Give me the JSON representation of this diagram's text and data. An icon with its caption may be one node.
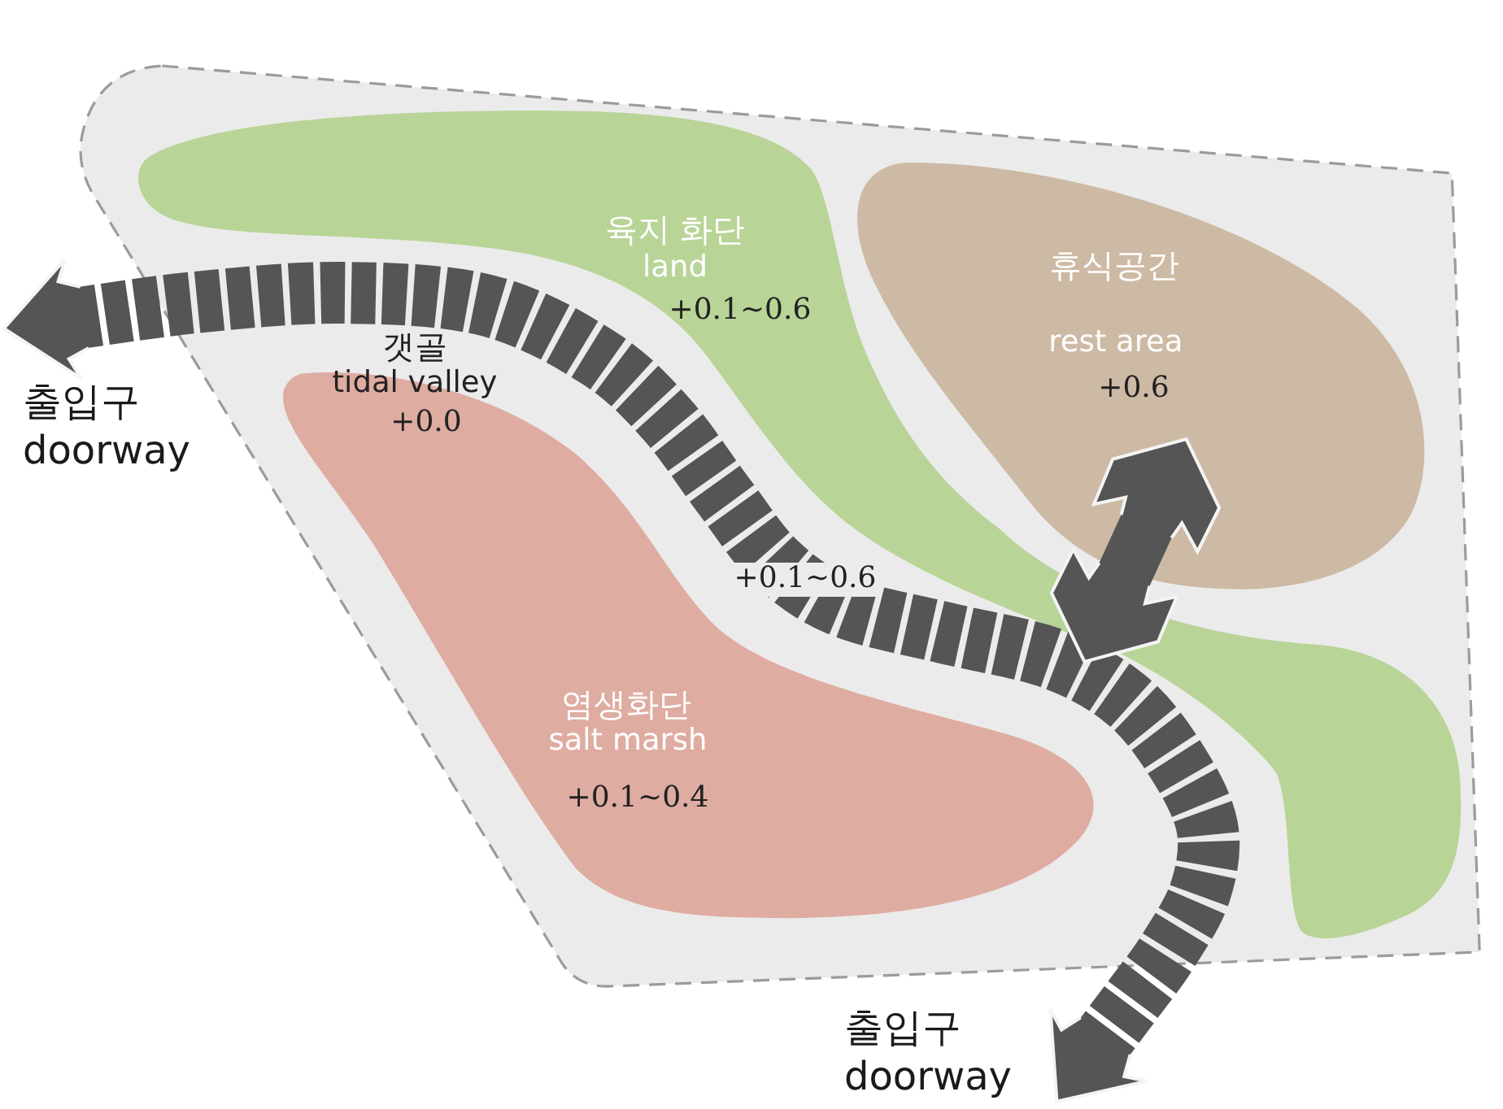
{
  "diagram": {
    "nodes": [
      {
        "text": [],
        "shape": "box"
      },
      {
        "text": [
          "육지 화단",
          "land",
          "+0.1~0.6"
        ],
        "in": 0
      },
      {
        "text": [
          "휴식공간",
          "rest area",
          "+0.6"
        ],
        "in": 0
      },
      {
        "text": [
          "염생화단",
          "salt marsh",
          "+0.1~0.4"
        ],
        "in": 0
      },
      {
        "text": [
          "출입구",
          "doorway"
        ]
      },
      {
        "text": [
          "출입구",
          "doorway"
        ]
      }
    ],
    "edges": [
      {
        "from": 4,
        "to": 5,
        "arrow": "both",
        "label": "+0.1~0.6",
        "style": "dashed"
      },
      {
        "from": null,
        "to": 2,
        "arrow": "both"
      }
    ],
    "labels": [
      "갯골",
      "tidal valley",
      "+0.0"
    ]
  }
}
